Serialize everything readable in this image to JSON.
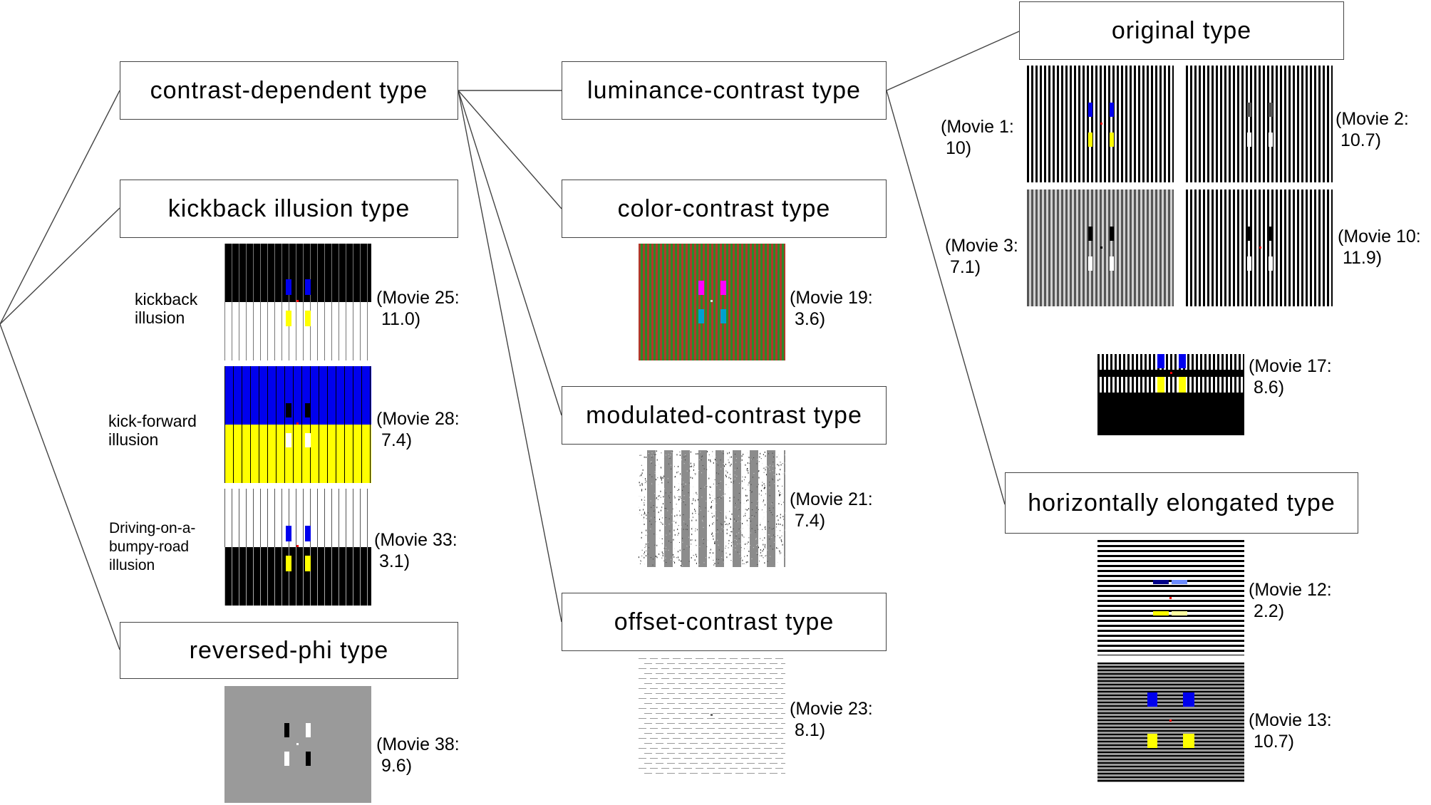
{
  "boxes": {
    "contrast_dependent": "contrast-dependent type",
    "kickback_illusion": "kickback illusion type",
    "reversed_phi": "reversed-phi type",
    "luminance_contrast": "luminance-contrast type",
    "color_contrast": "color-contrast type",
    "modulated_contrast": "modulated-contrast type",
    "offset_contrast": "offset-contrast type",
    "original": "original type",
    "horizontally_elongated": "horizontally elongated type"
  },
  "side_labels": {
    "kickback": "kickback\nillusion",
    "kick_forward": "kick-forward\nillusion",
    "bumpy_road": "Driving-on-a-\nbumpy-road\nillusion"
  },
  "movies": {
    "m25": "(Movie 25:\n 11.0)",
    "m28": "(Movie 28:\n 7.4)",
    "m33": "(Movie 33:\n 3.1)",
    "m38": "(Movie 38:\n 9.6)",
    "m19": "(Movie 19:\n 3.6)",
    "m21": "(Movie 21:\n 7.4)",
    "m23": "(Movie 23:\n 8.1)",
    "m1": "(Movie 1:\n 10)",
    "m2": "(Movie 2:\n 10.7)",
    "m3": "(Movie 3:\n 7.1)",
    "m10": "(Movie 10:\n 11.9)",
    "m17": "(Movie 17:\n 8.6)",
    "m12": "(Movie 12:\n 2.2)",
    "m13": "(Movie 13:\n 10.7)"
  },
  "colors": {
    "black": "#000000",
    "white": "#ffffff",
    "blue": "#0000ee",
    "yellow": "#ffff00",
    "magenta": "#ff00ff",
    "cyan": "#00a0d0",
    "red": "#ff0000",
    "green": "#2a8a2a",
    "brick": "#b03a2a",
    "gray": "#9a9a9a",
    "line": "#444444"
  }
}
